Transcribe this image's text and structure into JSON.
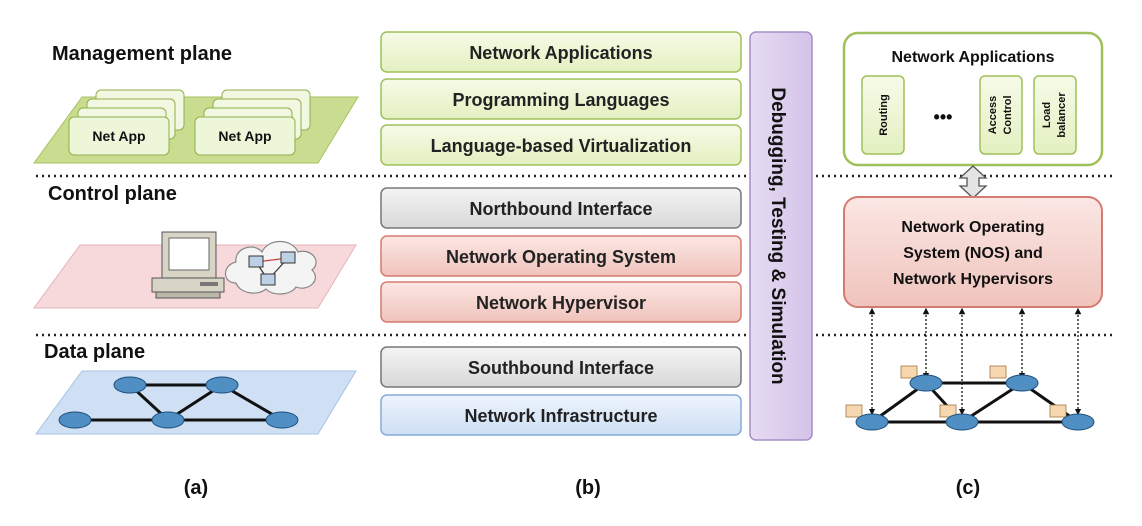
{
  "panel_a": {
    "labels": {
      "management": "Management plane",
      "control": "Control plane",
      "data": "Data plane"
    },
    "net_app_label": "Net App",
    "caption": "(a)"
  },
  "panel_b": {
    "layers": [
      {
        "label": "Network Applications"
      },
      {
        "label": "Programming Languages"
      },
      {
        "label": "Language-based Virtualization"
      },
      {
        "label": "Northbound Interface"
      },
      {
        "label": "Network Operating System"
      },
      {
        "label": "Network Hypervisor"
      },
      {
        "label": "Southbound Interface"
      },
      {
        "label": "Network Infrastructure"
      }
    ],
    "side_bar": "Debugging, Testing & Simulation",
    "caption": "(b)"
  },
  "panel_c": {
    "apps_title": "Network Applications",
    "apps": [
      {
        "label": "Routing"
      },
      {
        "label": "Access Control",
        "lines": [
          "Access",
          "Control"
        ]
      },
      {
        "label": "Load balancer",
        "lines": [
          "Load",
          "balancer"
        ]
      }
    ],
    "ellipsis": "•••",
    "nos_lines": [
      "Network Operating",
      "System (NOS) and",
      "Network Hypervisors"
    ],
    "caption": "(c)"
  },
  "colors": {
    "green_fill": "#ebf5d2",
    "green_stroke": "#9fc05a",
    "gray_fill": "#e6e6e6",
    "gray_stroke": "#777777",
    "red_fill": "#f6d6d2",
    "red_stroke": "#d47b72",
    "blue_fill": "#dce8f7",
    "blue_stroke": "#89aad6",
    "purple_fill": "#ddd0ec",
    "purple_stroke": "#a58fc4",
    "dotted_line": "#222222"
  }
}
